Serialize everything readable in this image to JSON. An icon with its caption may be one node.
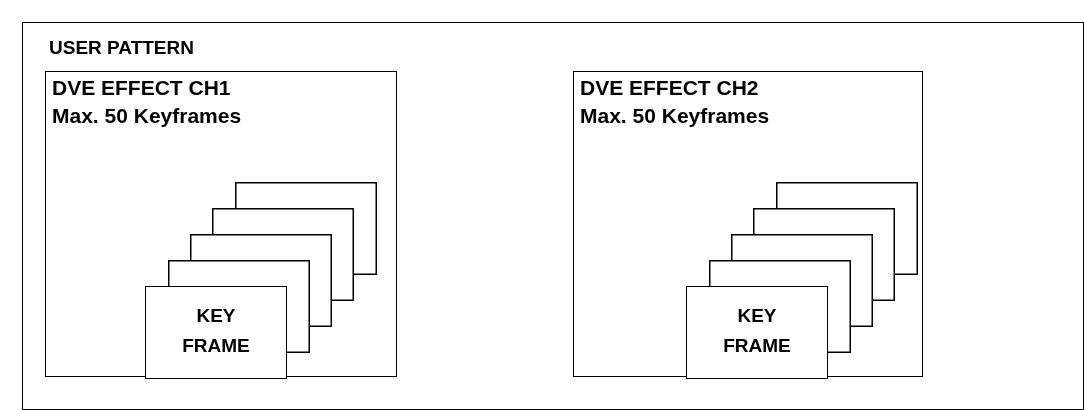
{
  "diagram": {
    "nodes": [
      {
        "text": [
          "USER PATTERN"
        ]
      },
      {
        "text": [
          "DVE EFFECT CH1",
          "Max. 50 Keyframes"
        ],
        "in": 0
      },
      {
        "text": [
          "KEY FRAME"
        ],
        "in": 1
      },
      {
        "text": [],
        "shape": "box",
        "in": 1
      },
      {
        "text": [],
        "shape": "box",
        "in": 1
      },
      {
        "text": [],
        "shape": "box",
        "in": 1
      },
      {
        "text": [],
        "shape": "box",
        "in": 1
      },
      {
        "text": [
          "DVE EFFECT CH2",
          "Max. 50 Keyframes"
        ],
        "in": 0
      },
      {
        "text": [
          "KEY FRAME"
        ],
        "in": 7
      },
      {
        "text": [],
        "shape": "box",
        "in": 7
      },
      {
        "text": [],
        "shape": "box",
        "in": 7
      },
      {
        "text": [],
        "shape": "box",
        "in": 7
      },
      {
        "text": [],
        "shape": "box",
        "in": 7
      }
    ],
    "edges": []
  }
}
